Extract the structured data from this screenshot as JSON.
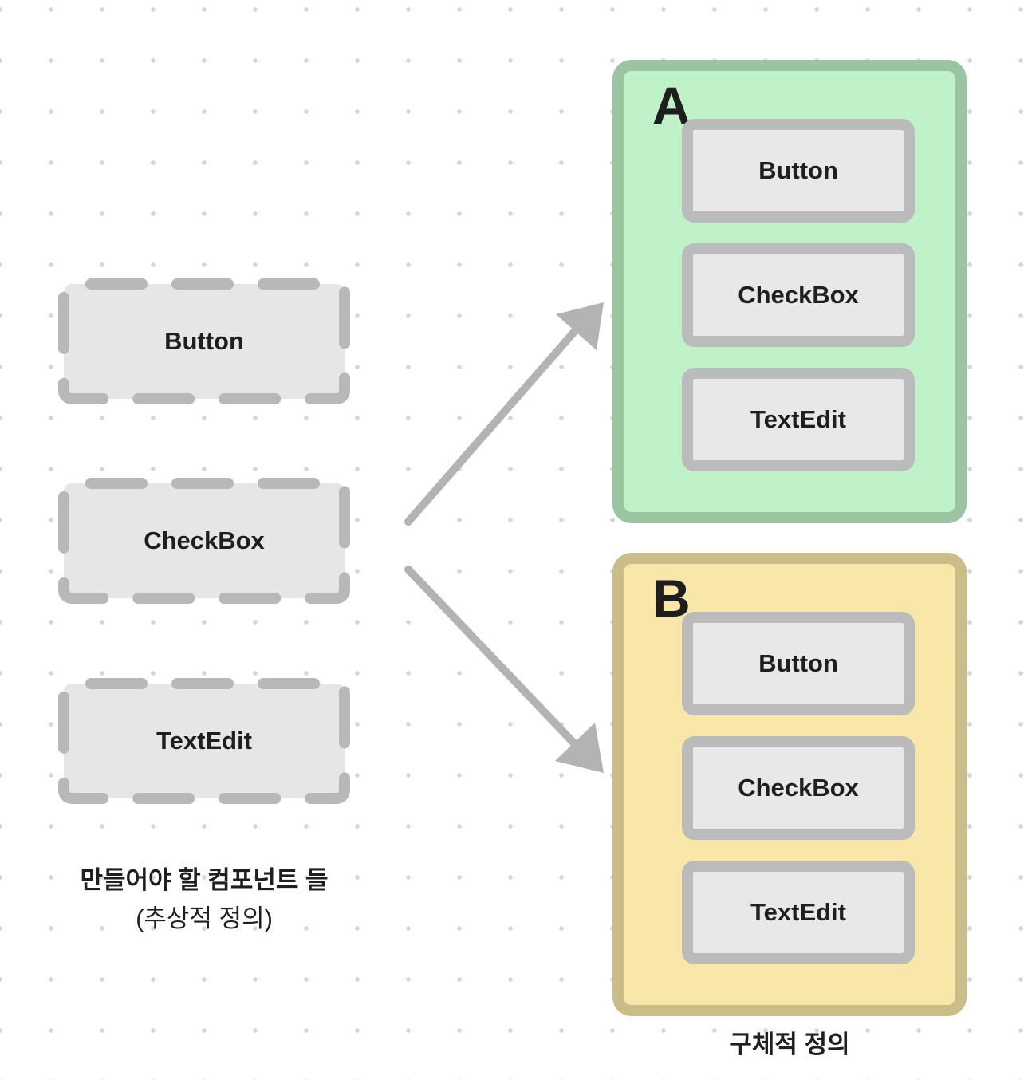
{
  "abstract_components": {
    "items": [
      {
        "label": "Button"
      },
      {
        "label": "CheckBox"
      },
      {
        "label": "TextEdit"
      }
    ],
    "caption_line1": "만들어야 할 컴포넌트 들",
    "caption_line2": "(추상적 정의)"
  },
  "implementations": {
    "groups": [
      {
        "letter": "A",
        "fill": "#bff2c8",
        "border": "#9ac4a2",
        "items": [
          {
            "label": "Button"
          },
          {
            "label": "CheckBox"
          },
          {
            "label": "TextEdit"
          }
        ]
      },
      {
        "letter": "B",
        "fill": "#f9e7a9",
        "border": "#cbbd87",
        "items": [
          {
            "label": "Button"
          },
          {
            "label": "CheckBox"
          },
          {
            "label": "TextEdit"
          }
        ]
      }
    ],
    "caption": "구체적 정의"
  },
  "colors": {
    "abstract_fill": "#e6e6e6",
    "dash_stroke": "#b8b8b8",
    "concrete_fill": "#e8e8e8",
    "concrete_border": "#bbbbbb",
    "arrow": "#b3b3b3"
  }
}
